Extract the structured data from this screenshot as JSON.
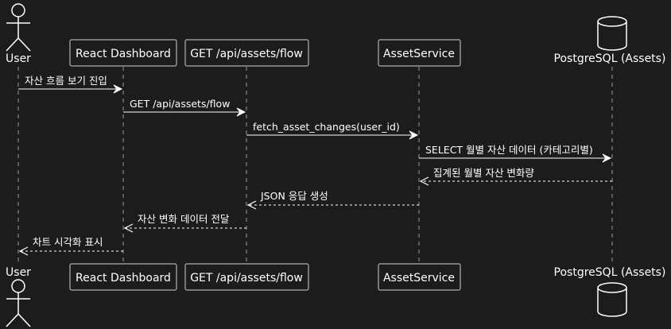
{
  "participants": {
    "user": "User",
    "dashboard": "React Dashboard",
    "api": "GET /api/assets/flow",
    "service": "AssetService",
    "db": "PostgreSQL (Assets)"
  },
  "messages": [
    {
      "from": "user",
      "to": "dashboard",
      "text": "자산 흐름 보기 진입",
      "style": "solid"
    },
    {
      "from": "dashboard",
      "to": "api",
      "text": "GET /api/assets/flow",
      "style": "solid"
    },
    {
      "from": "api",
      "to": "service",
      "text": "fetch_asset_changes(user_id)",
      "style": "solid"
    },
    {
      "from": "service",
      "to": "db",
      "text": "SELECT 월별 자산 데이터 (카테고리별)",
      "style": "solid"
    },
    {
      "from": "db",
      "to": "service",
      "text": "집계된 월별 자산 변화량",
      "style": "dashed"
    },
    {
      "from": "service",
      "to": "api",
      "text": "JSON 응답 생성",
      "style": "dashed"
    },
    {
      "from": "api",
      "to": "dashboard",
      "text": "자산 변화 데이터 전달",
      "style": "dashed"
    },
    {
      "from": "dashboard",
      "to": "user",
      "text": "차트 시각화 표시",
      "style": "dashed"
    }
  ]
}
